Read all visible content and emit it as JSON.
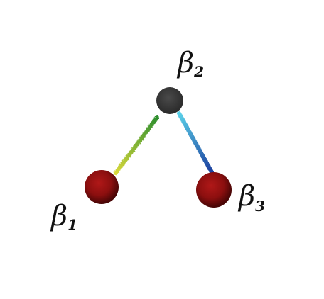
{
  "nodes": [
    {
      "id": "beta-1",
      "symbol": "β",
      "subscript": "1",
      "color": "#8c0f0f"
    },
    {
      "id": "beta-2",
      "symbol": "β",
      "subscript": "2",
      "color": "#3a3a3a"
    },
    {
      "id": "beta-3",
      "symbol": "β",
      "subscript": "3",
      "color": "#8c0f0f"
    }
  ],
  "edges": [
    {
      "from": "beta-2",
      "to": "beta-1",
      "gradient": [
        "#2e8f2e",
        "#d8d83a"
      ]
    },
    {
      "from": "beta-2",
      "to": "beta-3",
      "gradient": [
        "#5ad0e8",
        "#1c3f9e"
      ]
    }
  ]
}
